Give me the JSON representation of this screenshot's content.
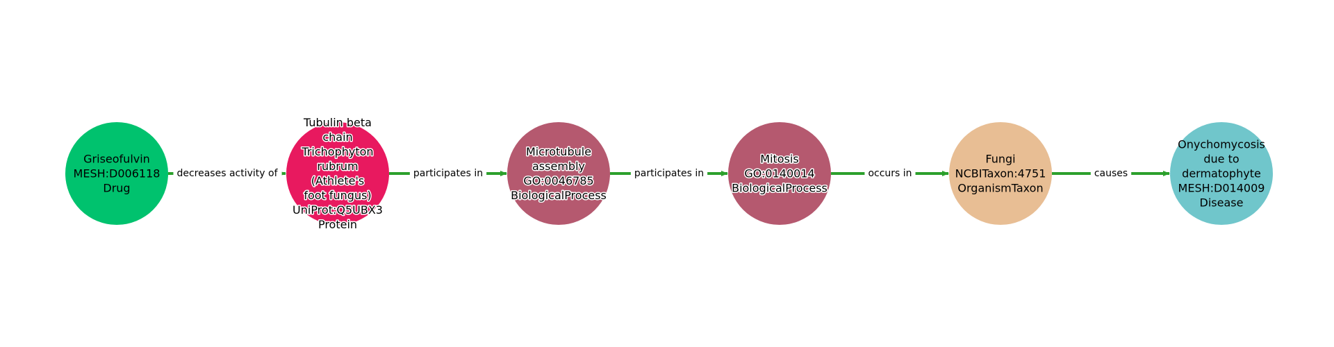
{
  "nodes": [
    {
      "id": "n1",
      "lines": [
        "Griseofulvin",
        "MESH:D006118",
        "Drug"
      ],
      "color": "#00c26e",
      "halo": false
    },
    {
      "id": "n2",
      "lines": [
        "Tubulin beta",
        "chain",
        "Trichophyton",
        "rubrum",
        "(Athlete's",
        "foot fungus)",
        "UniProt:Q5UBX3",
        "Protein"
      ],
      "color": "#e8195f",
      "halo": true
    },
    {
      "id": "n3",
      "lines": [
        "Microtubule",
        "assembly",
        "GO:0046785",
        "BiologicalProcess"
      ],
      "color": "#b5596f",
      "halo": true
    },
    {
      "id": "n4",
      "lines": [
        "Mitosis",
        "GO:0140014",
        "BiologicalProcess"
      ],
      "color": "#b5596f",
      "halo": true
    },
    {
      "id": "n5",
      "lines": [
        "Fungi",
        "NCBITaxon:4751",
        "OrganismTaxon"
      ],
      "color": "#e8be94",
      "halo": false
    },
    {
      "id": "n6",
      "lines": [
        "Onychomycosis",
        "due to",
        "dermatophyte",
        "MESH:D014009",
        "Disease"
      ],
      "color": "#70c6cb",
      "halo": false
    }
  ],
  "edges": [
    {
      "from": "n1",
      "to": "n2",
      "label": "decreases activity of"
    },
    {
      "from": "n2",
      "to": "n3",
      "label": "participates in"
    },
    {
      "from": "n3",
      "to": "n4",
      "label": "participates in"
    },
    {
      "from": "n4",
      "to": "n5",
      "label": "occurs in"
    },
    {
      "from": "n5",
      "to": "n6",
      "label": "causes"
    }
  ],
  "edge_color": "#2ca02c"
}
